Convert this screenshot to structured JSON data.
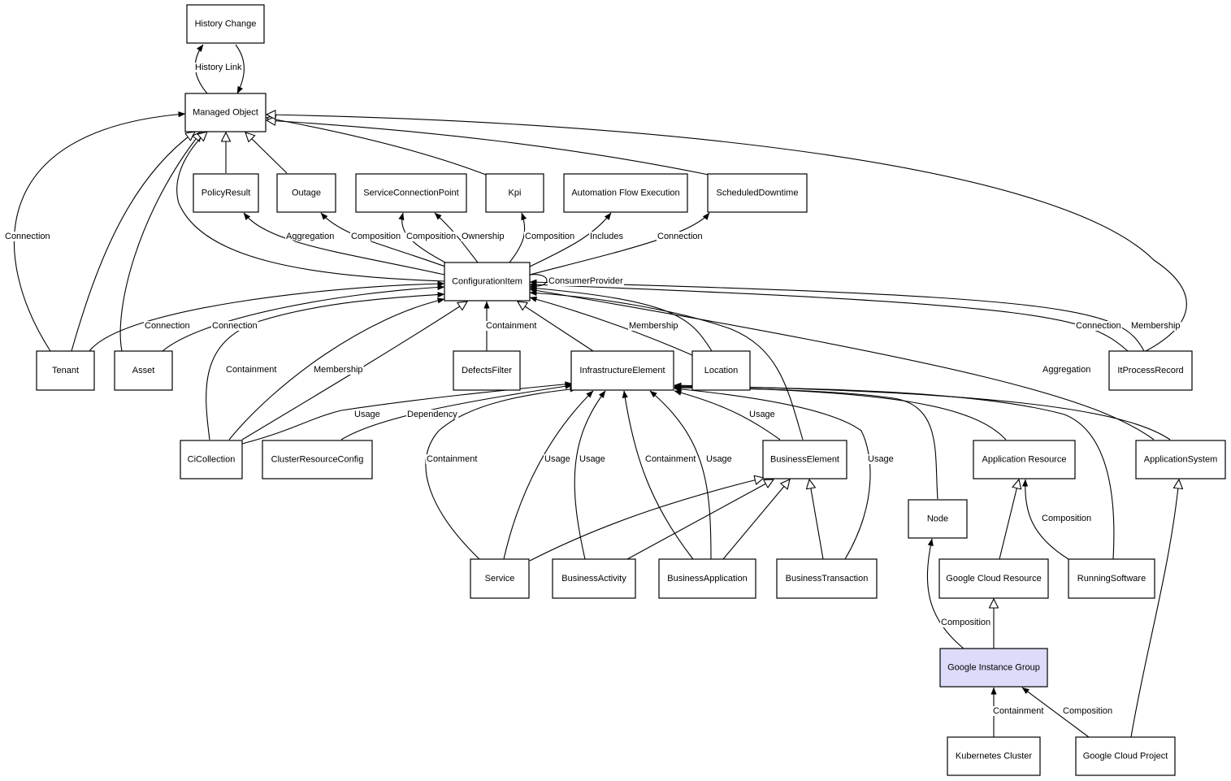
{
  "nodes": {
    "history_change": "History Change",
    "managed_object": "Managed Object",
    "policy_result": "PolicyResult",
    "outage": "Outage",
    "service_connection_point": "ServiceConnectionPoint",
    "kpi": "Kpi",
    "automation_flow_execution": "Automation Flow Execution",
    "scheduled_downtime": "ScheduledDowntime",
    "configuration_item": "ConfigurationItem",
    "tenant": "Tenant",
    "asset": "Asset",
    "defects_filter": "DefectsFilter",
    "infrastructure_element": "InfrastructureElement",
    "location": "Location",
    "it_process_record": "ItProcessRecord",
    "ci_collection": "CiCollection",
    "cluster_resource_config": "ClusterResourceConfig",
    "business_element": "BusinessElement",
    "application_resource": "Application Resource",
    "application_system": "ApplicationSystem",
    "node": "Node",
    "service": "Service",
    "business_activity": "BusinessActivity",
    "business_application": "BusinessApplication",
    "business_transaction": "BusinessTransaction",
    "google_cloud_resource": "Google Cloud Resource",
    "running_software": "RunningSoftware",
    "google_instance_group": "Google Instance Group",
    "kubernetes_cluster": "Kubernetes Cluster",
    "google_cloud_project": "Google Cloud Project"
  },
  "edge_labels": {
    "history_link": "History Link",
    "tenant_mo_connection": "Connection",
    "ci_policy_aggregation": "Aggregation",
    "ci_outage_composition": "Composition",
    "ci_scp_composition": "Composition",
    "ci_scp_ownership": "Ownership",
    "ci_kpi_composition": "Composition",
    "ci_afe_includes": "Includes",
    "ci_sd_connection": "Connection",
    "ci_consumer_provider": "ConsumerProvider",
    "tenant_ci_connection": "Connection",
    "asset_ci_connection": "Connection",
    "cicoll_ci_containment": "Containment",
    "cicoll_ci_membership": "Membership",
    "defects_containment": "Containment",
    "location_membership": "Membership",
    "itpr_connection": "Connection",
    "itpr_membership": "Membership",
    "appsys_aggregation": "Aggregation",
    "cicoll_ie_usage": "Usage",
    "crc_ie_dependency": "Dependency",
    "service_ie_containment": "Containment",
    "service_ie_usage": "Usage",
    "ba_ie_usage": "Usage",
    "bapp_ie_containment": "Containment",
    "bapp_ie_usage": "Usage",
    "be_ie_usage": "Usage",
    "bt_ie_usage": "Usage",
    "rs_ar_composition": "Composition",
    "gig_node_composition": "Composition",
    "kc_gig_containment": "Containment",
    "gcp_gig_composition": "Composition"
  },
  "colors": {
    "highlight_fill": "#dcdcfa",
    "stroke": "#000000",
    "background": "#ffffff"
  }
}
